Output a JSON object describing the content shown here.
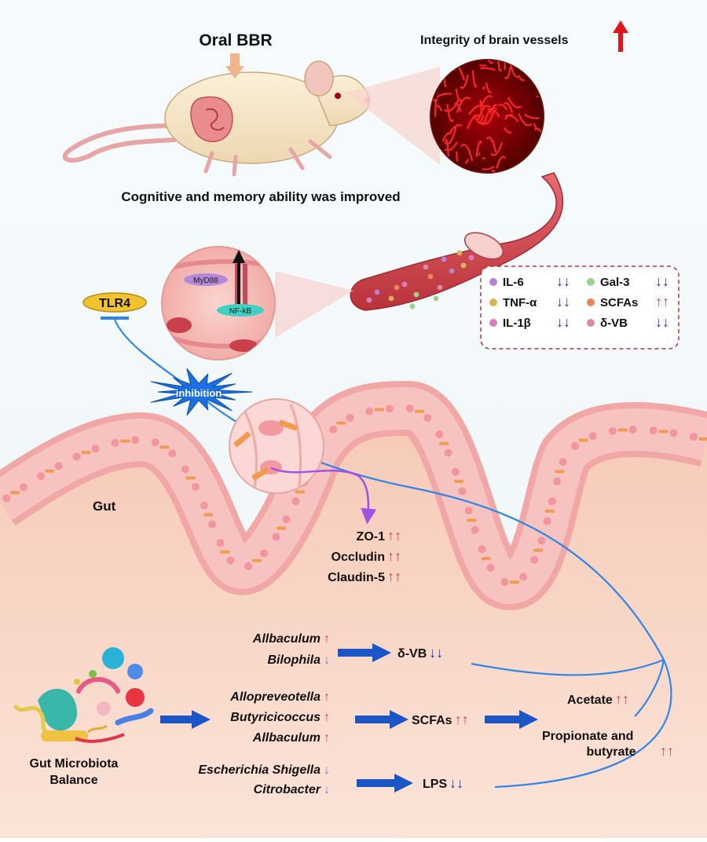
{
  "top": {
    "oral_bbr": "Oral BBR",
    "brain_vessels": "Integrity of brain vessels",
    "cognitive": "Cognitive and memory ability was improved"
  },
  "pathway": {
    "tlr4": "TLR4",
    "myd88": "MyD88",
    "nfkb": "NF-kB",
    "inhibition": "inhibition"
  },
  "markers": [
    {
      "label": "IL-6",
      "arrows": "↓↓",
      "dir": "down",
      "color": "#b97fd6"
    },
    {
      "label": "TNF-α",
      "arrows": "↓↓",
      "dir": "down",
      "color": "#d7b45a"
    },
    {
      "label": "IL-1β",
      "arrows": "↓↓",
      "dir": "down",
      "color": "#d97fc0"
    },
    {
      "label": "Gal-3",
      "arrows": "↓↓",
      "dir": "down",
      "color": "#9fd08a"
    },
    {
      "label": "SCFAs",
      "arrows": "↑↑",
      "dir": "up",
      "color": "#e8845a"
    },
    {
      "label": "δ-VB",
      "arrows": "↓↓",
      "dir": "down",
      "color": "#d88aa8"
    }
  ],
  "gut": {
    "label": "Gut",
    "tight_junctions": [
      {
        "label": "ZO-1",
        "arrows": "↑↑"
      },
      {
        "label": "Occludin",
        "arrows": "↑↑"
      },
      {
        "label": "Claudin-5",
        "arrows": "↑↑"
      }
    ]
  },
  "microbiota": {
    "label_line1": "Gut Microbiota",
    "label_line2": "Balance",
    "rows": [
      {
        "taxa": [
          {
            "name": "Allbaculum",
            "arrow": "↑",
            "dir": "up"
          },
          {
            "name": "Bilophila",
            "arrow": "↓",
            "dir": "down"
          }
        ],
        "product": "δ-VB",
        "product_arrows": "↓↓",
        "dir": "down"
      },
      {
        "taxa": [
          {
            "name": "Allopreveotella",
            "arrow": "↑",
            "dir": "up"
          },
          {
            "name": "Butyricicoccus",
            "arrow": "↑",
            "dir": "up"
          },
          {
            "name": "Allbaculum",
            "arrow": "↑",
            "dir": "up"
          }
        ],
        "product": "SCFAs",
        "product_arrows": "↑↑",
        "dir": "up"
      },
      {
        "taxa": [
          {
            "name": "Escherichia Shigella",
            "arrow": "↓",
            "dir": "down"
          },
          {
            "name": "Citrobacter",
            "arrow": "↓",
            "dir": "down"
          }
        ],
        "product": "LPS",
        "product_arrows": "↓↓",
        "dir": "down"
      }
    ],
    "scfa_products": [
      {
        "label": "Acetate",
        "arrows": "↑↑"
      },
      {
        "label": "Propionate and",
        "arrows": ""
      },
      {
        "label": "butyrate",
        "arrows": "↑↑"
      }
    ]
  },
  "colors": {
    "up_arrow": "#e0404a",
    "down_arrow_taxa": "#5b8fe0",
    "down_arrow_marker": "#1f2fbf",
    "flow_arrow": "#1a56c6",
    "pathway_line": "#2f86e8",
    "tissue": "#f4b7b2"
  }
}
